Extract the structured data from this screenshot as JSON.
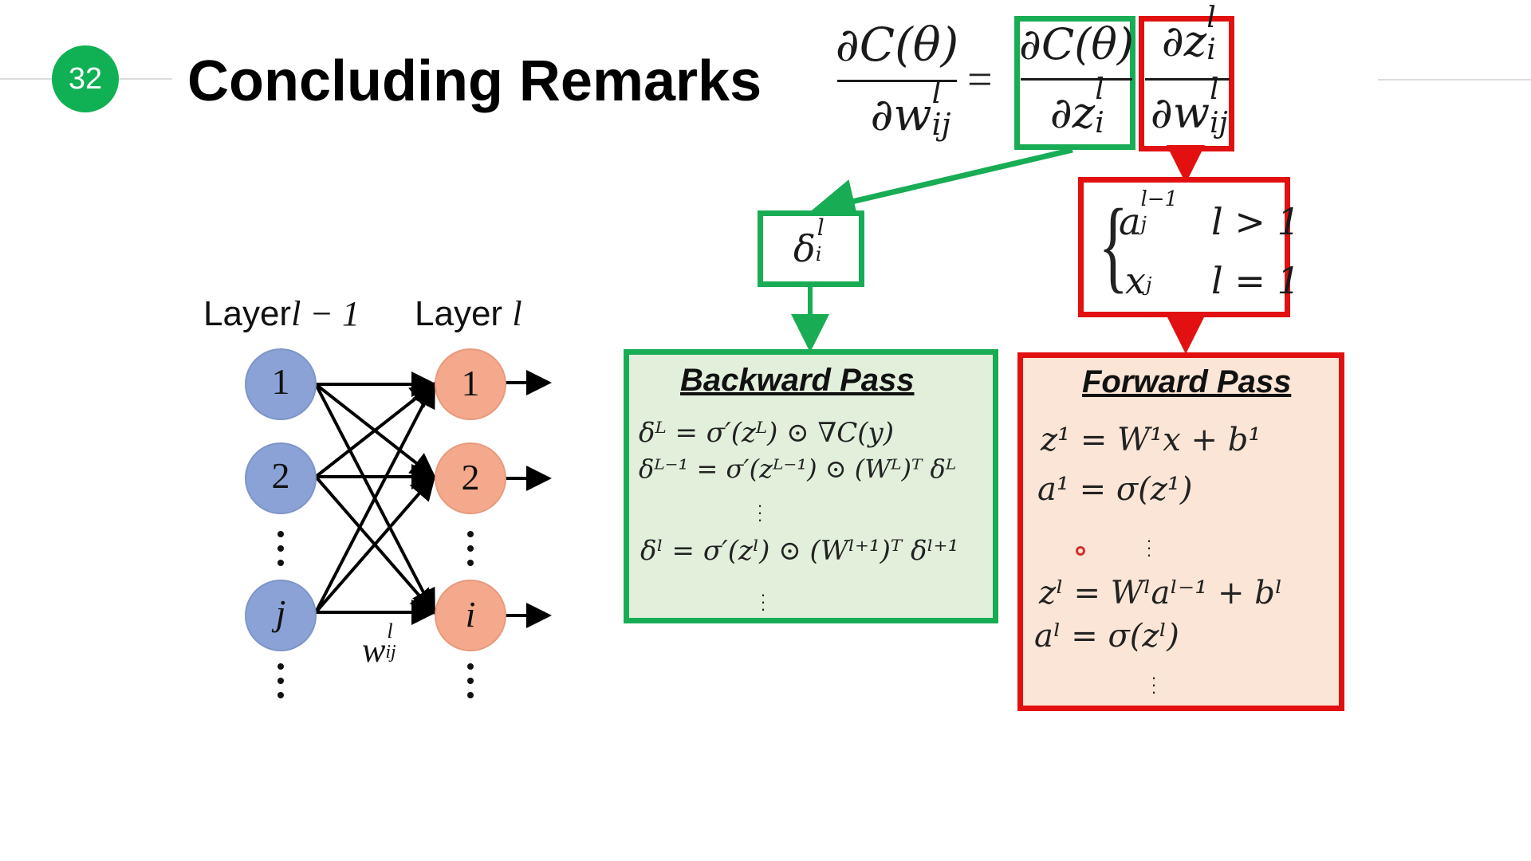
{
  "slide": {
    "number": "32",
    "title": "Concluding Remarks"
  },
  "equation": {
    "lhs_num": "∂C(θ)",
    "lhs_den_base": "∂w",
    "lhs_den_sup": "l",
    "lhs_den_sub": "ij",
    "equals": "=",
    "term1_num": "∂C(θ)",
    "term1_den_base": "∂z",
    "term1_den_sup": "l",
    "term1_den_sub": "i",
    "term2_num_base": "∂z",
    "term2_num_sup": "l",
    "term2_num_sub": "i",
    "term2_den_base": "∂w",
    "term2_den_sup": "l",
    "term2_den_sub": "ij"
  },
  "delta_box": {
    "base": "δ",
    "sup": "l",
    "sub": "i"
  },
  "cases_box": {
    "row1_expr": "a",
    "row1_sup": "l−1",
    "row1_sub": "j",
    "row1_cond": "l > 1",
    "row2_expr": "x",
    "row2_sub": "j",
    "row2_cond": "l = 1"
  },
  "backward": {
    "title": "Backward Pass",
    "eq1": "δᴸ = σ′(zᴸ) ⊙ ∇C(y)",
    "eq2": "δᴸ⁻¹ = σ′(zᴸ⁻¹) ⊙ (Wᴸ)ᵀ δᴸ",
    "eq3": "δˡ = σ′(zˡ) ⊙ (Wˡ⁺¹)ᵀ δˡ⁺¹"
  },
  "forward": {
    "title": "Forward Pass",
    "eq1": "z¹ = W¹x + b¹",
    "eq2": "a¹ = σ(z¹)",
    "eq3": "zˡ = Wˡaˡ⁻¹ + bˡ",
    "eq4": "aˡ = σ(zˡ)"
  },
  "network": {
    "left_label_word": "Layer",
    "left_label_math": "l − 1",
    "right_label_word": "Layer",
    "right_label_math": "l",
    "left_nodes": [
      "1",
      "2",
      "j"
    ],
    "right_nodes": [
      "1",
      "2",
      "i"
    ],
    "weight_base": "w",
    "weight_sup": "l",
    "weight_sub": "ij"
  },
  "colors": {
    "green": "#18ad54",
    "red": "#e21010",
    "badge": "#10b054",
    "blue_node": "#8aa2d6",
    "orange_node": "#f5a98c",
    "backward_fill": "#e2efda",
    "forward_fill": "#fbe5d6"
  }
}
